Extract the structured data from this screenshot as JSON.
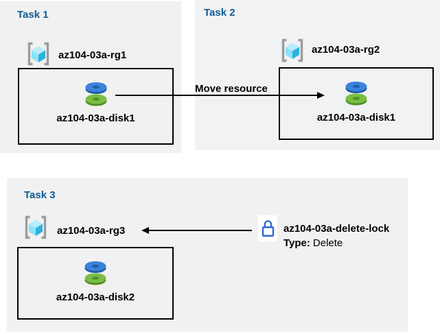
{
  "colors": {
    "heading": "#0E5A94",
    "text": "#000000",
    "panel1_bg": "#F1F1F1",
    "panel2_bg": "#F1F2F4",
    "panel3_bg": "#F1F1F1",
    "box_border": "#000000",
    "arrow": "#000000",
    "lock_blue": "#2B6BD0",
    "bracket_gray": "#9C9C9C",
    "cube_light": "#B7ECFB",
    "cube_mid": "#8CE2F7",
    "cube_dark": "#2AB3DC",
    "disk_blue": "#3B82DB",
    "disk_blue_dark": "#1E5FA8",
    "disk_green": "#78BE43",
    "disk_green_dark": "#578F27"
  },
  "icons": {
    "resource_group": "resource-group-icon",
    "disk": "disk-icon",
    "lock": "lock-icon"
  },
  "panels": [
    {
      "title": "Task 1",
      "resource_group": "az104-03a-rg1",
      "resource": "az104-03a-disk1"
    },
    {
      "title": "Task 2",
      "resource_group": "az104-03a-rg2",
      "resource": "az104-03a-disk1"
    },
    {
      "title": "Task 3",
      "resource_group": "az104-03a-rg3",
      "resource": "az104-03a-disk2"
    }
  ],
  "annotations": {
    "move_label": "Move resource",
    "lock_name": "az104-03a-delete-lock",
    "lock_type_label": "Type:",
    "lock_type_value": "Delete"
  }
}
